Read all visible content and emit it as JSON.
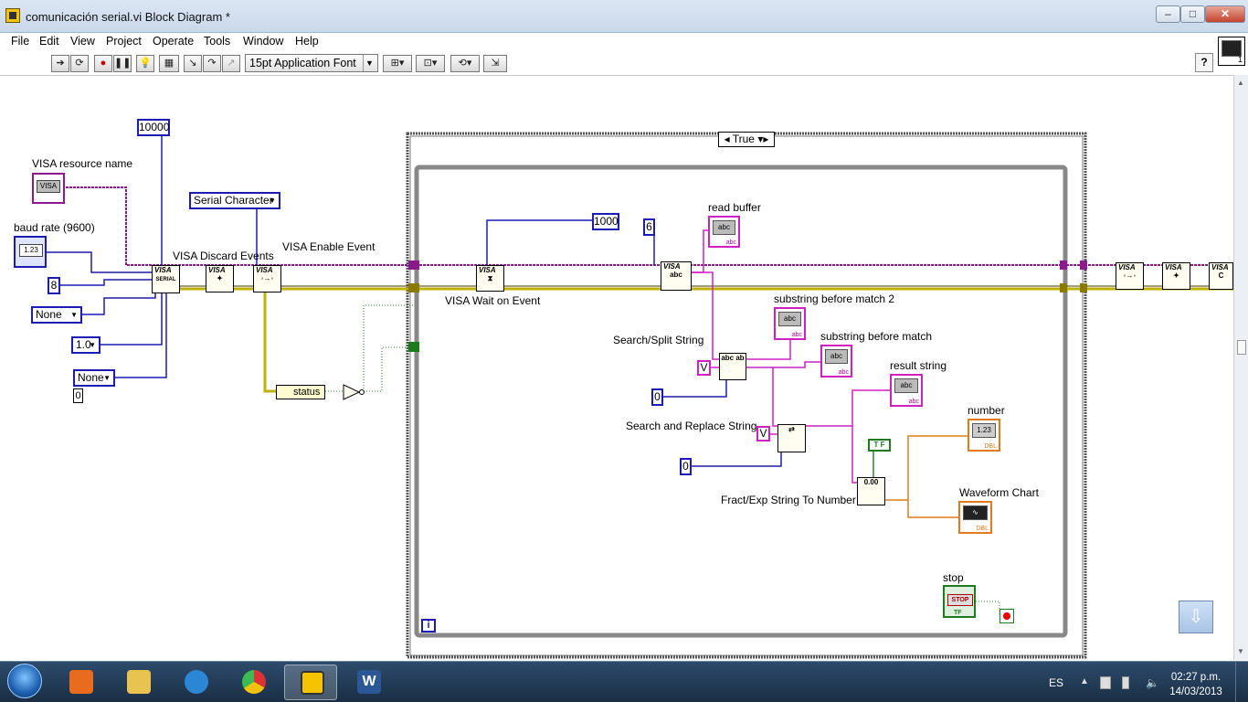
{
  "window": {
    "title": "comunicación serial.vi Block Diagram *",
    "controls": {
      "minimize": "‒",
      "maximize": "□",
      "close": "✕"
    }
  },
  "menu": [
    "File",
    "Edit",
    "View",
    "Project",
    "Operate",
    "Tools",
    "Window",
    "Help"
  ],
  "toolbar": {
    "font": "15pt Application Font",
    "help": "?",
    "vi_icon_number": "1"
  },
  "diagram": {
    "labels": {
      "visa_resource_name": "VISA resource name",
      "baud_rate": "baud rate (9600)",
      "visa_discard_events": "VISA Discard Events",
      "visa_enable_event": "VISA Enable Event",
      "visa_wait_on_event": "VISA Wait on Event",
      "read_buffer": "read buffer",
      "substring_before_match_2": "substring before match 2",
      "substring_before_match": "substring before match",
      "result_string": "result string",
      "search_split_string": "Search/Split String",
      "search_replace_string": "Search and Replace String",
      "fract_exp": "Fract/Exp String To Number",
      "number": "number",
      "waveform_chart": "Waveform Chart",
      "stop": "stop"
    },
    "constants": {
      "timeout": "10000",
      "data_bits": "8",
      "parity": "None",
      "stop_bits": "1.0",
      "flow": "None",
      "zero_a": "0",
      "wait_timeout": "1000",
      "byte_count": "6",
      "search_char": "V",
      "zero_b": "0",
      "replace_char": "V",
      "zero_c": "0",
      "bool_tf": "T F"
    },
    "enums": {
      "event_type": "Serial Character",
      "case_selector": "True",
      "status": "status"
    },
    "node_text": {
      "visa": "VISA",
      "serial": "SERIAL",
      "abc": "abc",
      "dbl": "DBL",
      "num_123": "1.23",
      "stop_btn": "STOP",
      "tf": "TF",
      "iter": "i"
    }
  },
  "taskbar": {
    "language": "ES",
    "time": "02:27 p.m.",
    "date": "14/03/2013"
  }
}
